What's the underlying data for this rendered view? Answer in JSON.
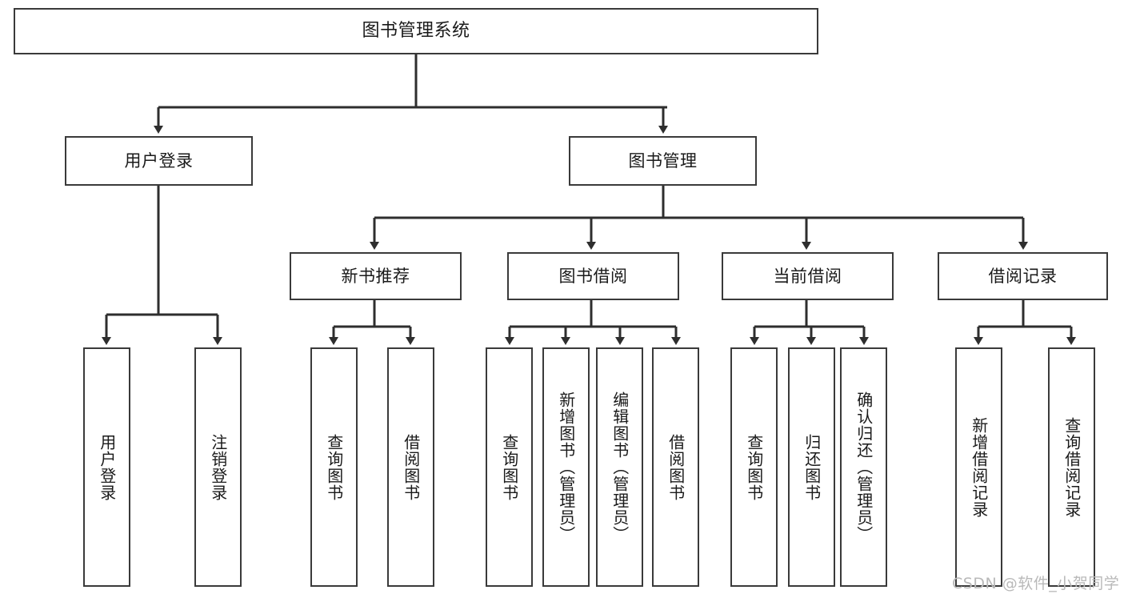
{
  "diagram": {
    "type": "hierarchy-tree",
    "title": "图书管理系统",
    "orientation": "top-down",
    "watermark": "CSDN @软件_小贺同学",
    "colors": {
      "box_stroke": "#3a3a3a",
      "box_fill": "#ffffff",
      "edge": "#2e2e2e",
      "text": "#1a1a1a",
      "watermark": "#b9b9b9",
      "background": "#ffffff"
    },
    "levels": {
      "root": {
        "label": "图书管理系统"
      },
      "level2": [
        {
          "id": "user-login",
          "label": "用户登录"
        },
        {
          "id": "book-management",
          "label": "图书管理"
        }
      ],
      "level3": [
        {
          "id": "new-book-recommend",
          "label": "新书推荐",
          "parent": "book-management"
        },
        {
          "id": "book-borrow",
          "label": "图书借阅",
          "parent": "book-management"
        },
        {
          "id": "current-borrow",
          "label": "当前借阅",
          "parent": "book-management"
        },
        {
          "id": "borrow-record",
          "label": "借阅记录",
          "parent": "book-management"
        }
      ],
      "leaves": [
        {
          "id": "leaf-user-login",
          "label": "用户登录",
          "parent": "user-login"
        },
        {
          "id": "leaf-logout-login",
          "label": "注销登录",
          "parent": "user-login"
        },
        {
          "id": "leaf-query-book-1",
          "label": "查询图书",
          "parent": "new-book-recommend"
        },
        {
          "id": "leaf-borrow-book-1",
          "label": "借阅图书",
          "parent": "new-book-recommend"
        },
        {
          "id": "leaf-query-book-2",
          "label": "查询图书",
          "parent": "book-borrow"
        },
        {
          "id": "leaf-add-book",
          "label": "新增图书（管理员）",
          "parent": "book-borrow"
        },
        {
          "id": "leaf-edit-book",
          "label": "编辑图书（管理员）",
          "parent": "book-borrow"
        },
        {
          "id": "leaf-borrow-book-2",
          "label": "借阅图书",
          "parent": "book-borrow"
        },
        {
          "id": "leaf-query-book-3",
          "label": "查询图书",
          "parent": "current-borrow"
        },
        {
          "id": "leaf-return-book",
          "label": "归还图书",
          "parent": "current-borrow"
        },
        {
          "id": "leaf-confirm-return",
          "label": "确认归还（管理员）",
          "parent": "current-borrow"
        },
        {
          "id": "leaf-add-record",
          "label": "新增借阅记录",
          "parent": "borrow-record"
        },
        {
          "id": "leaf-query-record",
          "label": "查询借阅记录",
          "parent": "borrow-record"
        }
      ]
    }
  }
}
